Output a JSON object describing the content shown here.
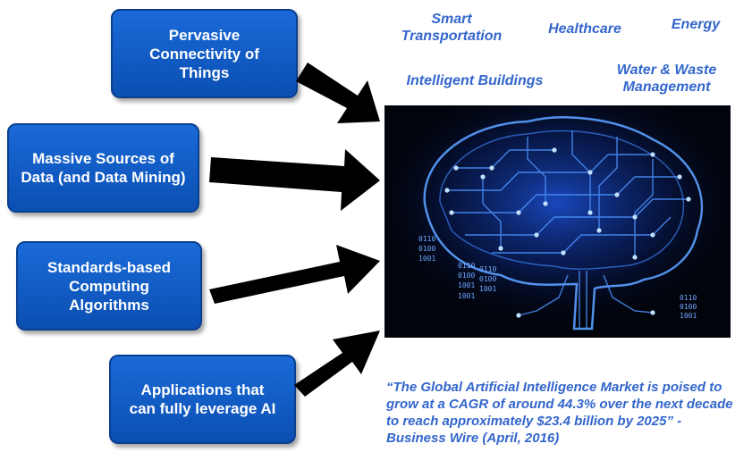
{
  "drivers": [
    {
      "text": "Pervasive Connectivity of Things"
    },
    {
      "text": "Massive Sources of Data (and Data Mining)"
    },
    {
      "text": "Standards-based Computing Algorithms"
    },
    {
      "text": "Applications that can fully leverage AI"
    }
  ],
  "domains": {
    "smart_transportation": "Smart Transportation",
    "healthcare": "Healthcare",
    "energy": "Energy",
    "intelligent_buildings": "Intelligent  Buildings",
    "water_waste": "Water & Waste Management"
  },
  "quote": "“The Global Artificial Intelligence Market is poised to grow at a CAGR of around 44.3% over the next decade to reach approximately $23.4 billion by 2025”  - Business Wire (April, 2016)",
  "image_text": {
    "binary_left": [
      "0110",
      "0100",
      "1001",
      "0110",
      "0100",
      "1001",
      "0110",
      "0100",
      "1001",
      "1001"
    ],
    "binary_right": [
      "0110",
      "0100",
      "1001"
    ]
  },
  "colors": {
    "box": "#1a6ad8",
    "label": "#3366cc",
    "arrow": "#000000",
    "brain": "#2f7bff"
  }
}
